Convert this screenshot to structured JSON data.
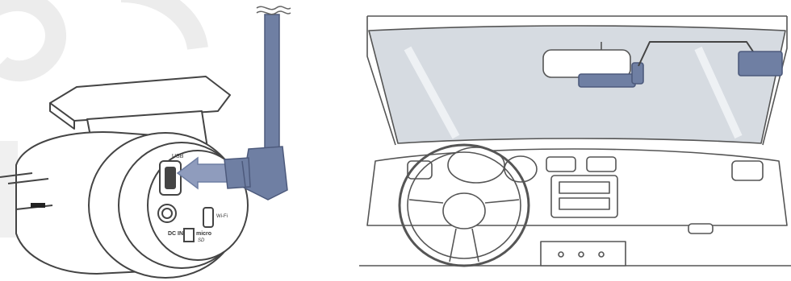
{
  "colors": {
    "cable": "#6f7fa3",
    "cable_dark": "#4d5a7c",
    "arrow": "#8f9cbd",
    "line": "#444444",
    "glass": "#d6dbe1",
    "watermark": "#e9e9e9"
  },
  "camera": {
    "port_usb": "USB",
    "port_dc": "DC IN",
    "port_wifi": "Wi-Fi",
    "card_brand": "micro",
    "card_sub": "SD"
  },
  "icons": [
    "usb-insert-arrow-icon",
    "microsd-card-icon",
    "wifi-button-icon"
  ]
}
